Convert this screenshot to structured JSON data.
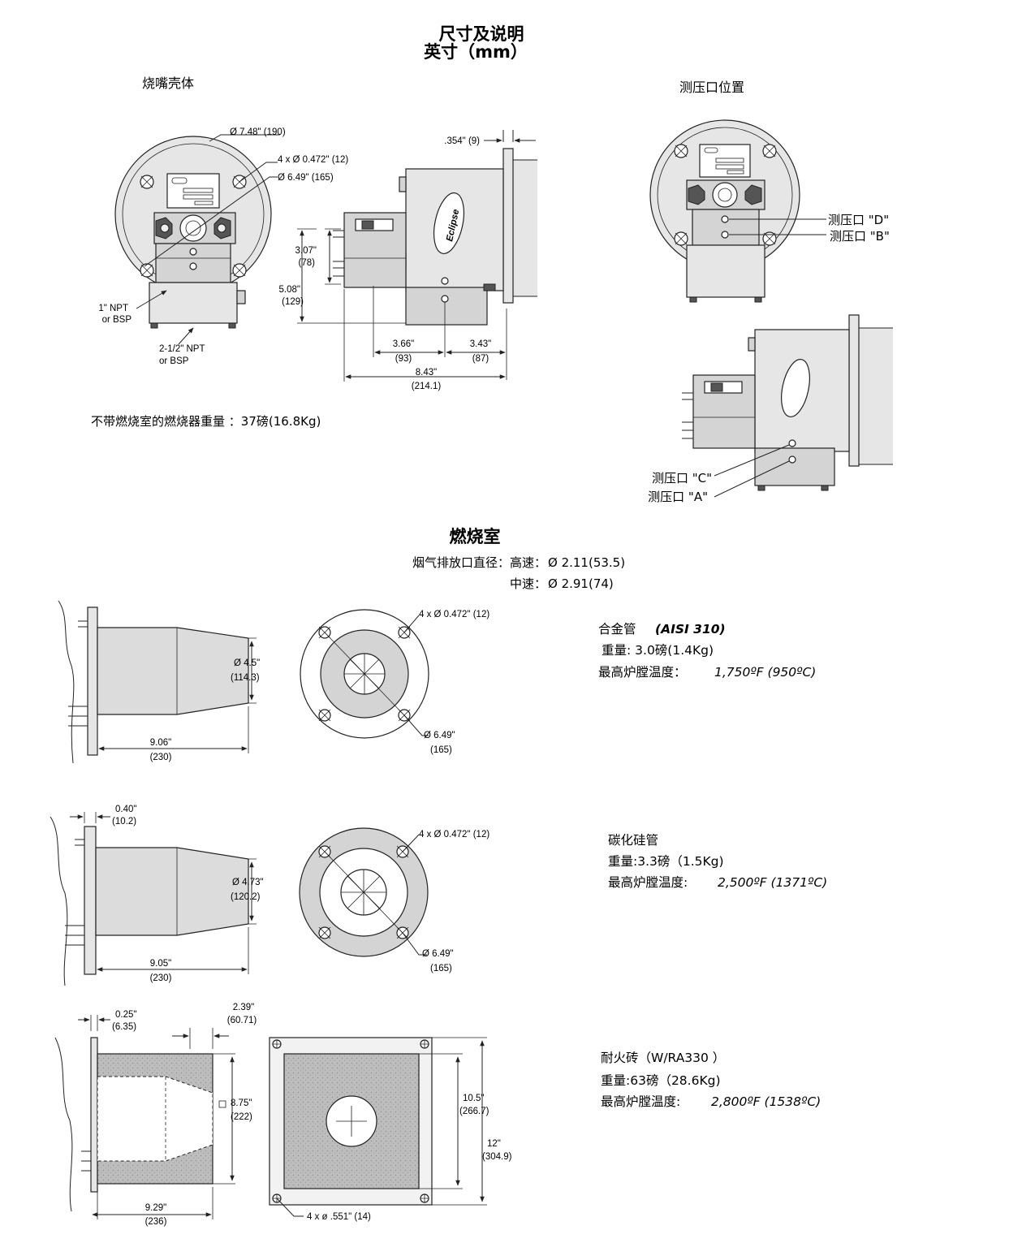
{
  "header": {
    "title_line1": "尺寸及说明",
    "title_line2": "英寸（mm）"
  },
  "housing": {
    "caption": "烧嘴壳体",
    "front": {
      "dia_outer": "Ø 7.48\" (190)",
      "holes": "4 x Ø 0.472\" (12)",
      "dia_bolt": "Ø 6.49\" (165)",
      "npt1_a": "1\" NPT",
      "npt1_b": "or BSP",
      "npt2_a": "2-1/2\" NPT",
      "npt2_b": "or BSP"
    },
    "side": {
      "flange": ".354\" (9)",
      "h1_a": "3.07\"",
      "h1_b": "(78)",
      "h2_a": "5.08\"",
      "h2_b": "(129)",
      "w1_a": "3.66\"",
      "w1_b": "(93)",
      "w2_a": "3.43\"",
      "w2_b": "(87)",
      "w3_a": "8.43\"",
      "w3_b": "(214.1)",
      "logo": "Eclipse"
    },
    "weight": "不带燃烧室的燃烧器重量 ：37磅(16.8Kg)"
  },
  "taps": {
    "caption": "测压口位置",
    "d": "测压口 \"D\"",
    "b": "测压口 \"B\"",
    "c": "测压口 \"C\"",
    "a": "测压口 \"A\""
  },
  "chamber": {
    "title": "燃烧室",
    "exhaust_label": "烟气排放口直径：高速：",
    "exhaust_high": "Ø 2.11(53.5)",
    "exhaust_mid_label": "中速：",
    "exhaust_mid": "Ø 2.91(74)"
  },
  "alloy": {
    "dia_a": "Ø 4.5\"",
    "dia_b": "(114.3)",
    "len_a": "9.06\"",
    "len_b": "(230)",
    "holes": "4 x Ø 0.472\" (12)",
    "bolt_a": "Ø 6.49\"",
    "bolt_b": "(165)",
    "name": "合金管",
    "name_en": "(AISI 310)",
    "weight": "重量: 3.0磅(1.4Kg)",
    "temp_label": "最高炉膛温度：",
    "temp_value": "1,750ºF (950ºC)"
  },
  "sic": {
    "flange_a": "0.40\"",
    "flange_b": "(10.2)",
    "dia_a": "Ø 4.73\"",
    "dia_b": "(120.2)",
    "len_a": "9.05\"",
    "len_b": "(230)",
    "holes": "4 x Ø 0.472\" (12)",
    "bolt_a": "Ø 6.49\"",
    "bolt_b": "(165)",
    "name": "碳化硅管",
    "weight": "重量:3.3磅（1.5Kg)",
    "temp_label": "最高炉膛温度:",
    "temp_value": "2,500ºF (1371ºC)"
  },
  "brick": {
    "flange_a": "0.25\"",
    "flange_b": "(6.35)",
    "top_a": "2.39\"",
    "top_b": "(60.71)",
    "sq_a": "8.75\"",
    "sq_b": "(222)",
    "len_a": "9.29\"",
    "len_b": "(236)",
    "in_a": "10.5\"",
    "in_b": "(266.7)",
    "out_a": "12\"",
    "out_b": "(304.9)",
    "holes": "4 x  ø .551\" (14)",
    "name": "耐火砖（W/RA330 ）",
    "weight": "重量:63磅（28.6Kg)",
    "temp_label": "最高炉膛温度:",
    "temp_value": "2,800ºF (1538ºC)"
  }
}
